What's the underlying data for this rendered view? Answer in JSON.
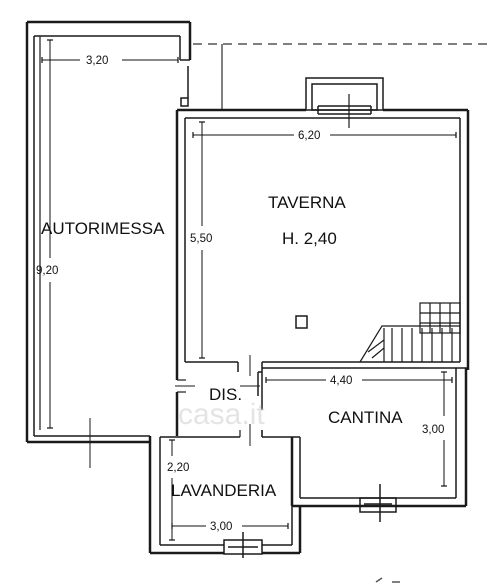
{
  "rooms": {
    "autorimessa": "AUTORIMESSA",
    "taverna": "TAVERNA",
    "taverna_height": "H. 2,40",
    "dis": "DIS.",
    "cantina": "CANTINA",
    "lavanderia": "LAVANDERIA"
  },
  "dimensions": {
    "autorimessa_width": "3,20",
    "autorimessa_length": "9,20",
    "taverna_width": "6,20",
    "taverna_depth": "5,50",
    "cantina_width": "4,40",
    "cantina_depth": "3,00",
    "lavanderia_depth": "2,20",
    "lavanderia_width": "3,00"
  },
  "watermark": "casa.it",
  "colors": {
    "wall": "#1a1a1a",
    "dashed_outline": "#555555",
    "watermark": "#cfcfcf"
  }
}
